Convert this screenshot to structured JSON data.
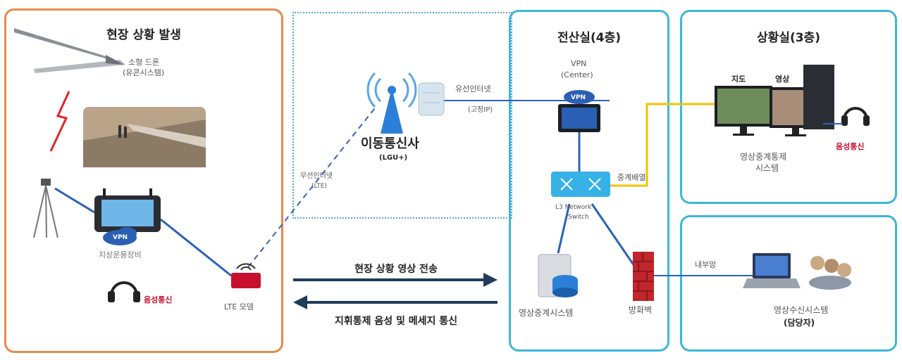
{
  "field": {
    "title": "현장 상황 발생",
    "drone_label_1": "소형 드론",
    "drone_label_2": "(유콘시스템)",
    "ground_label": "지상운용장비",
    "vpn_badge": "VPN",
    "voice_label": "음성통신",
    "lte_label": "LTE 모뎀"
  },
  "carrier": {
    "title": "이동통신사",
    "subtitle": "(LGU+)",
    "wired_label_1": "유선인터넷",
    "wired_label_2": "(고정IP)",
    "wireless_label_1": "무선인터넷",
    "wireless_label_2": "(LTE)"
  },
  "server_room": {
    "title": "전산실(4층)",
    "vpn_label_1": "VPN",
    "vpn_label_2": "(Center)",
    "vpn_badge": "VPN",
    "switch_label_1": "L3 Network",
    "switch_label_2": "Switch",
    "relay_label": "영상중계시스템",
    "firewall_label": "방화벽",
    "link_label": "중계배열"
  },
  "situation_room": {
    "title": "상황실(3층)",
    "map_label": "지도",
    "video_label": "영상",
    "system_label_1": "영상중계통제",
    "system_label_2": "시스템",
    "voice_label": "음성통신"
  },
  "receiver": {
    "internal_label": "내부망",
    "system_label": "영상수신시스템",
    "manager_label": "(담당자)"
  },
  "arrows": {
    "forward": "현장 상황 영상 전송",
    "backward": "지휘통제 음성 및 메세지 통신"
  },
  "colors": {
    "field_border": "#e8894a",
    "room_border": "#3eb6d8",
    "carrier_border": "#5aa6d6",
    "line_blue": "#2a62b8",
    "line_yellow": "#f2c200",
    "arrow": "#1f3c5a"
  }
}
